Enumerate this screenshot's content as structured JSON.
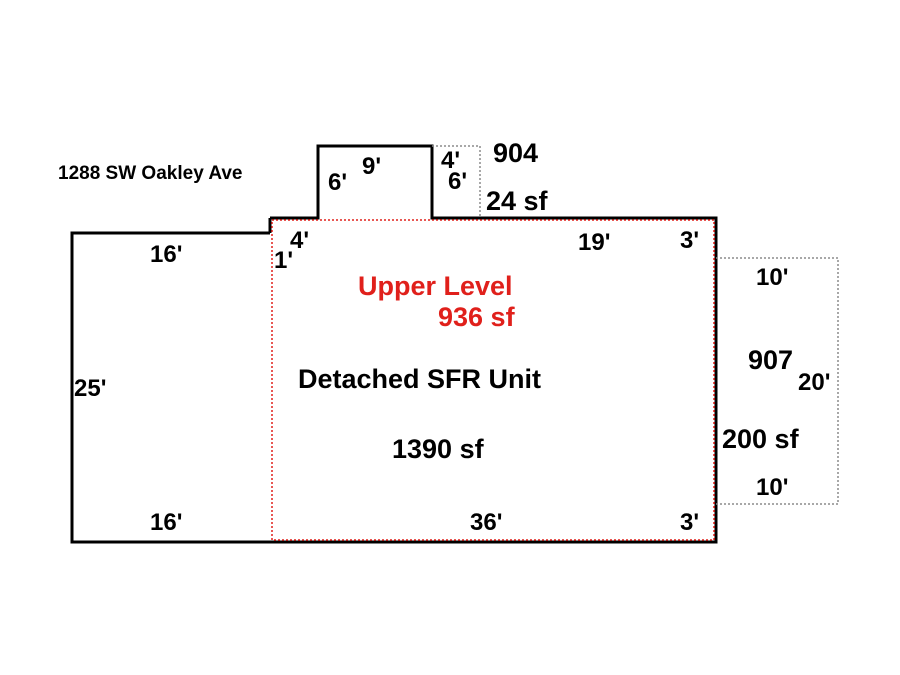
{
  "address": "1288 SW Oakley Ave",
  "colors": {
    "wall": "#000000",
    "upper_level_outline": "#e0201b",
    "addition_outline": "#8c8c8c",
    "upper_level_text": "#e0201b"
  },
  "main_unit": {
    "name": "Detached SFR Unit",
    "area": "1390 sf"
  },
  "upper_level": {
    "name": "Upper Level",
    "area": "936 sf"
  },
  "addition_904": {
    "id": "904",
    "area": "24 sf",
    "width": "4'",
    "depth": "6'"
  },
  "addition_907": {
    "id": "907",
    "area": "200 sf",
    "top": "10'",
    "side": "20'",
    "bottom": "10'"
  },
  "bump_out": {
    "width": "9'",
    "depth": "6'"
  },
  "dimensions": {
    "left_wing_top": "16'",
    "left_wing_bottom": "16'",
    "left_wing_side": "25'",
    "step_width": "4'",
    "step_height": "1'",
    "top_right": "19'",
    "top_corner": "3'",
    "bottom_main": "36'",
    "bottom_corner": "3'"
  }
}
